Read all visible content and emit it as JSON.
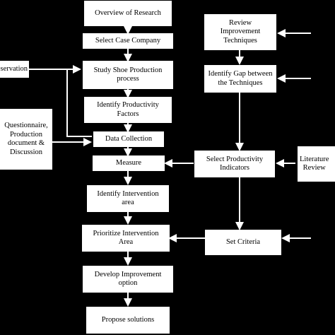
{
  "nodes": {
    "overview": "Overview of Research",
    "select_company": "Select Case Company",
    "study_process": "Study Shoe Production\nprocess",
    "identify_factors": "Identify Productivity\nFactors",
    "data_collection": "Data Collection",
    "measure": "Measure",
    "identify_area": "Identify Intervention\narea",
    "prioritize_area": "Prioritize Intervention\nArea",
    "develop_option": "Develop Improvement\noption",
    "propose_solutions": "Propose solutions",
    "observation": "bservation",
    "questionnaire": "Questionnaire,\nProduction\ndocument &\nDiscussion",
    "review_techniques": "Review\nImprovement\nTechniques",
    "identify_gap": "Identify Gap between\nthe Techniques",
    "select_indicators": "Select Productivity\nIndicators",
    "literature_review": "Literature\nReview",
    "set_criteria": "Set Criteria"
  },
  "colors": {
    "background": "#000000",
    "box": "#ffffff",
    "text": "#000000",
    "line": "#ffffff"
  }
}
